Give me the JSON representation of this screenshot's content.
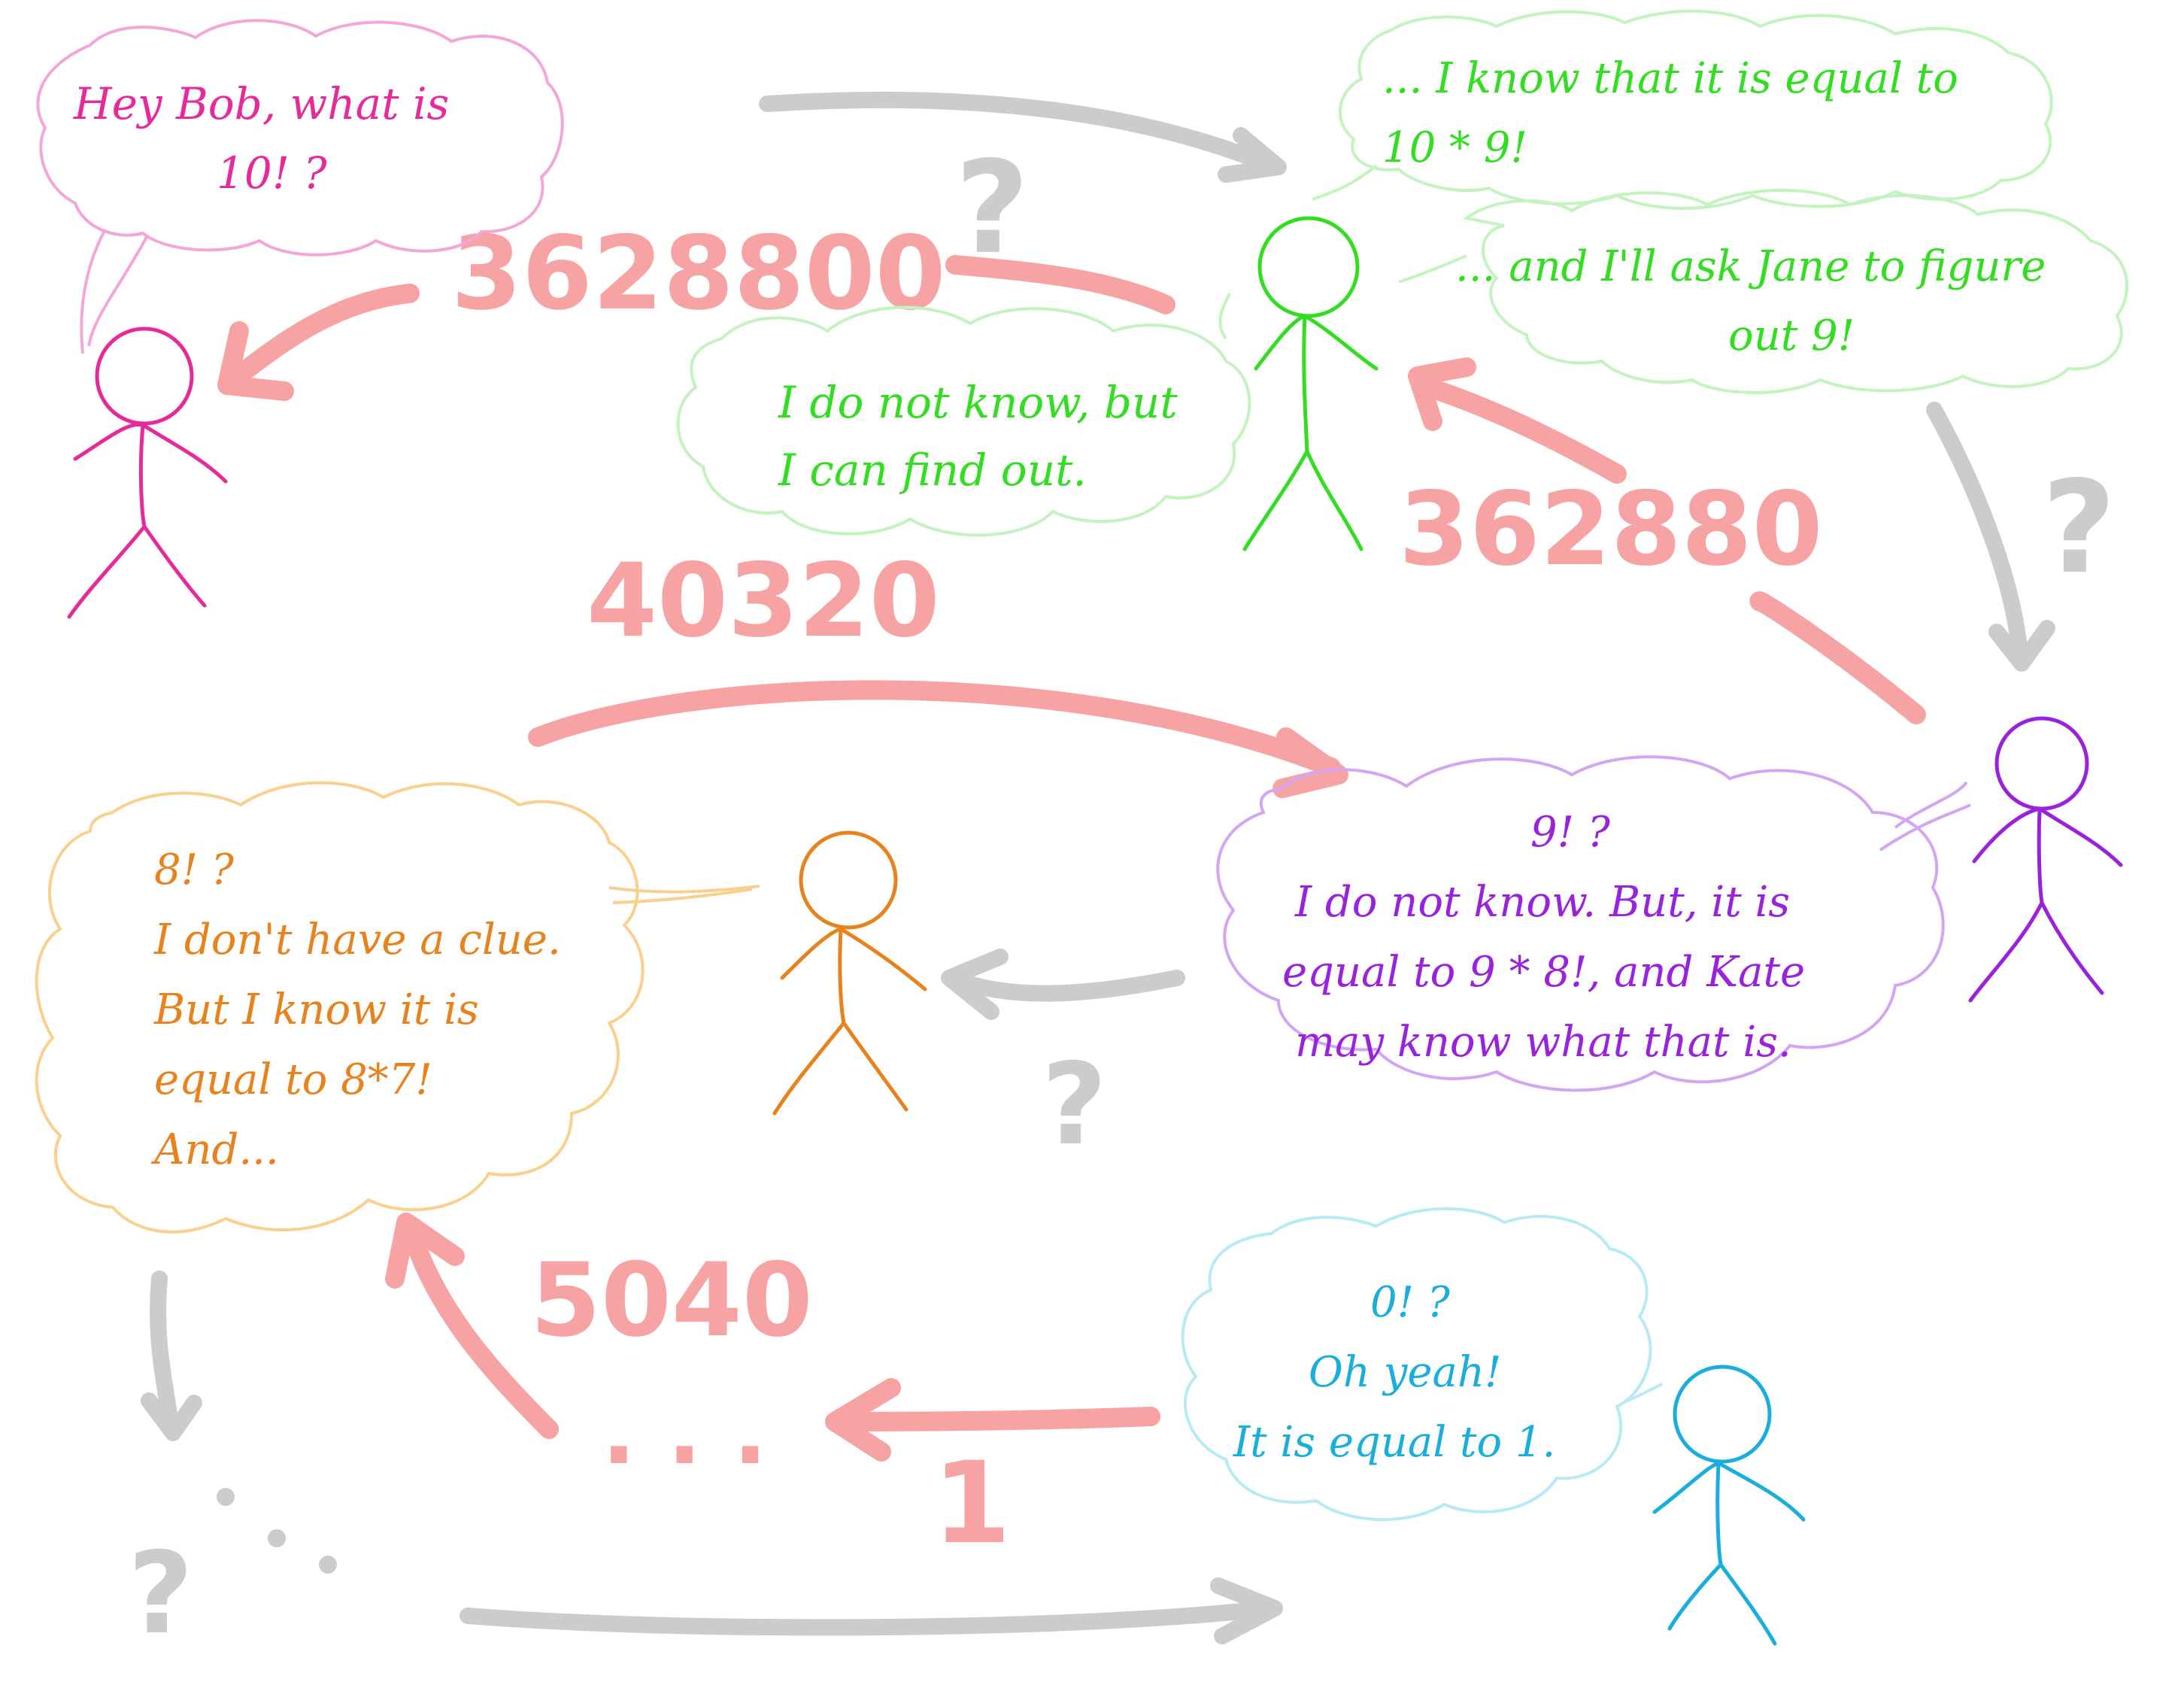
{
  "colors": {
    "alice": "#e62a9a",
    "bob": "#33dd22",
    "jane": "#9a22dd",
    "kate": "#e8821c",
    "last": "#1aaedd",
    "result": "#f8a3a3",
    "question": "#cccccc"
  },
  "people": [
    {
      "name": "",
      "color": "#e62a9a"
    },
    {
      "name": "",
      "color": "#33dd22"
    },
    {
      "name": "",
      "color": "#9a22dd"
    },
    {
      "name": "",
      "color": "#e8821c"
    },
    {
      "name": "",
      "color": "#1aaedd"
    }
  ],
  "bubbles": {
    "alice": [
      "Hey Bob, what is",
      "10! ?"
    ],
    "bob_unknown": [
      "I do not know, but",
      "I can find out."
    ],
    "bob_equal": [
      "... I know that it is equal to",
      "10 * 9!"
    ],
    "bob_ask": [
      "... and I'll ask Jane to figure",
      "out 9!"
    ],
    "jane": [
      "9! ?",
      "I do not know. But, it is",
      "equal to 9 * 8!, and Kate",
      "may know what that is."
    ],
    "kate": [
      "8! ?",
      "I don't have a clue.",
      "But I know it is",
      "equal to 8*7!",
      "And..."
    ],
    "last": [
      "0! ?",
      "Oh yeah!",
      "It is equal to 1."
    ]
  },
  "results": {
    "r10": "3628800",
    "r9": "362880",
    "r8": "40320",
    "r7": "5040",
    "r0": "1",
    "dots": ". . ."
  },
  "question_mark": "?"
}
